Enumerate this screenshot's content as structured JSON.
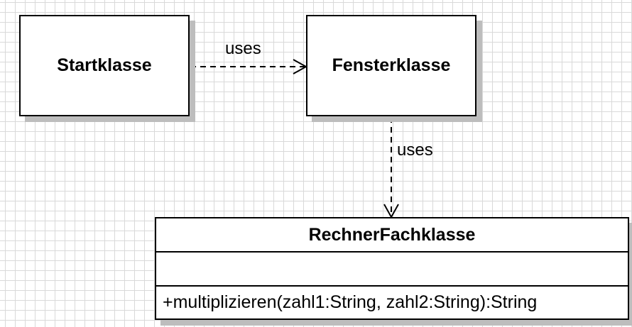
{
  "classes": {
    "start": {
      "name": "Startklasse"
    },
    "fenster": {
      "name": "Fensterklasse"
    },
    "rechner": {
      "name": "RechnerFachklasse",
      "attributes": [],
      "operations": [
        "+multiplizieren(zahl1:String, zahl2:String):String"
      ]
    }
  },
  "relations": [
    {
      "from": "Startklasse",
      "to": "Fensterklasse",
      "label": "uses",
      "style": "dashed-open-arrow"
    },
    {
      "from": "Fensterklasse",
      "to": "RechnerFachklasse",
      "label": "uses",
      "style": "dashed-open-arrow"
    }
  ],
  "colors": {
    "grid": "#d9d9d9",
    "shadow": "#bdbdbd",
    "line": "#000000"
  }
}
